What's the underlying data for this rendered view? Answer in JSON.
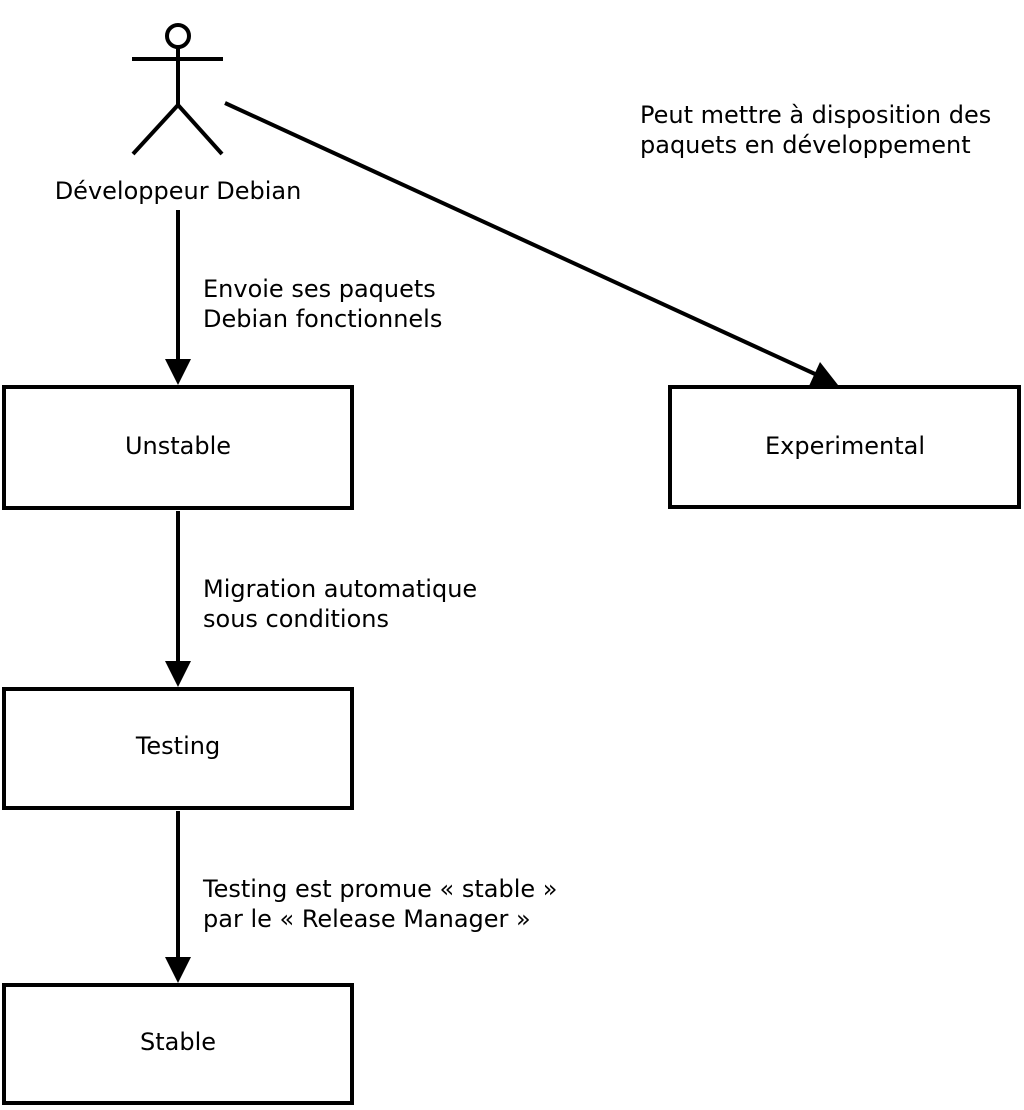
{
  "diagram": {
    "actor": {
      "label": "Développeur Debian"
    },
    "boxes": {
      "unstable": {
        "label": "Unstable"
      },
      "experimental": {
        "label": "Experimental"
      },
      "testing": {
        "label": "Testing"
      },
      "stable": {
        "label": "Stable"
      }
    },
    "annotations": {
      "to_experimental": {
        "lines": [
          "Peut mettre à disposition des",
          "paquets en développement"
        ]
      },
      "to_unstable": {
        "lines": [
          "Envoie ses paquets",
          "Debian fonctionnels"
        ]
      },
      "to_testing": {
        "lines": [
          "Migration automatique",
          "sous conditions"
        ]
      },
      "to_stable": {
        "lines": [
          "Testing est promue « stable »",
          "par le « Release Manager »"
        ]
      }
    },
    "colors": {
      "stroke": "#000000",
      "background": "#ffffff"
    }
  }
}
